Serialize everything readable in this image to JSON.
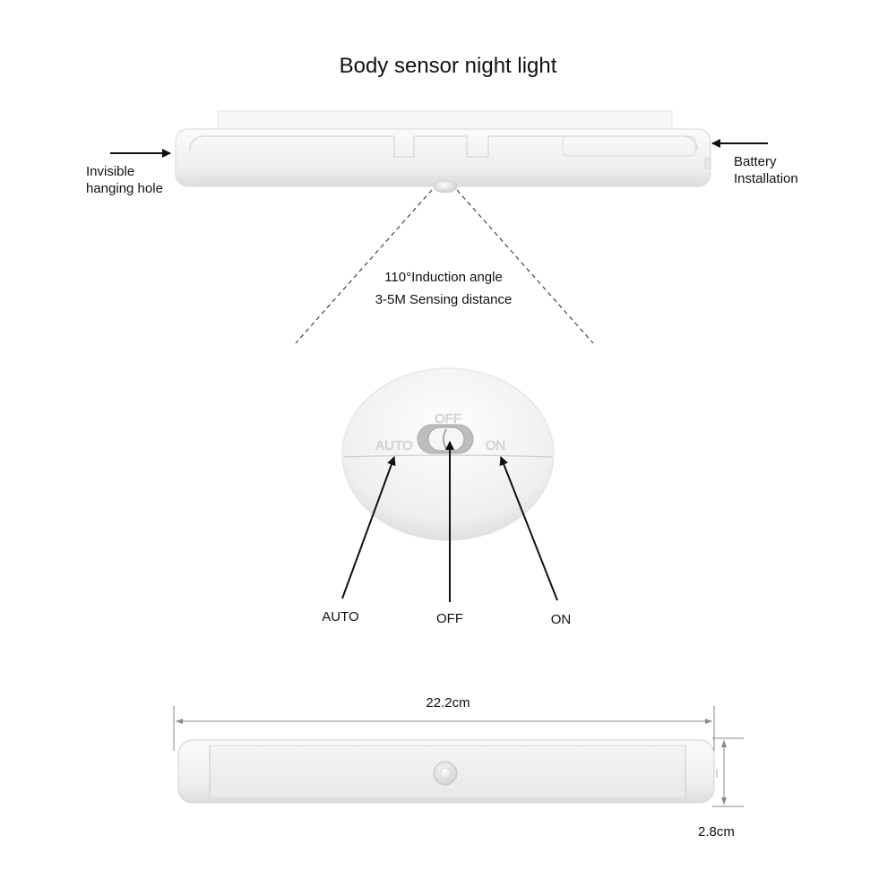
{
  "title": "Body sensor night light",
  "top_view": {
    "left_label": [
      "Invisible",
      "hanging hole"
    ],
    "right_label": [
      "Battery",
      "Installation"
    ],
    "angle_text": "110°Induction angle",
    "distance_text": "3-5M Sensing distance"
  },
  "switch_view": {
    "switch_marks": {
      "off": "OFF",
      "auto": "AUTO",
      "on": "ON"
    },
    "callouts": {
      "auto": "AUTO",
      "off": "OFF",
      "on": "ON"
    }
  },
  "dimensions": {
    "length": "22.2cm",
    "height": "2.8cm"
  }
}
